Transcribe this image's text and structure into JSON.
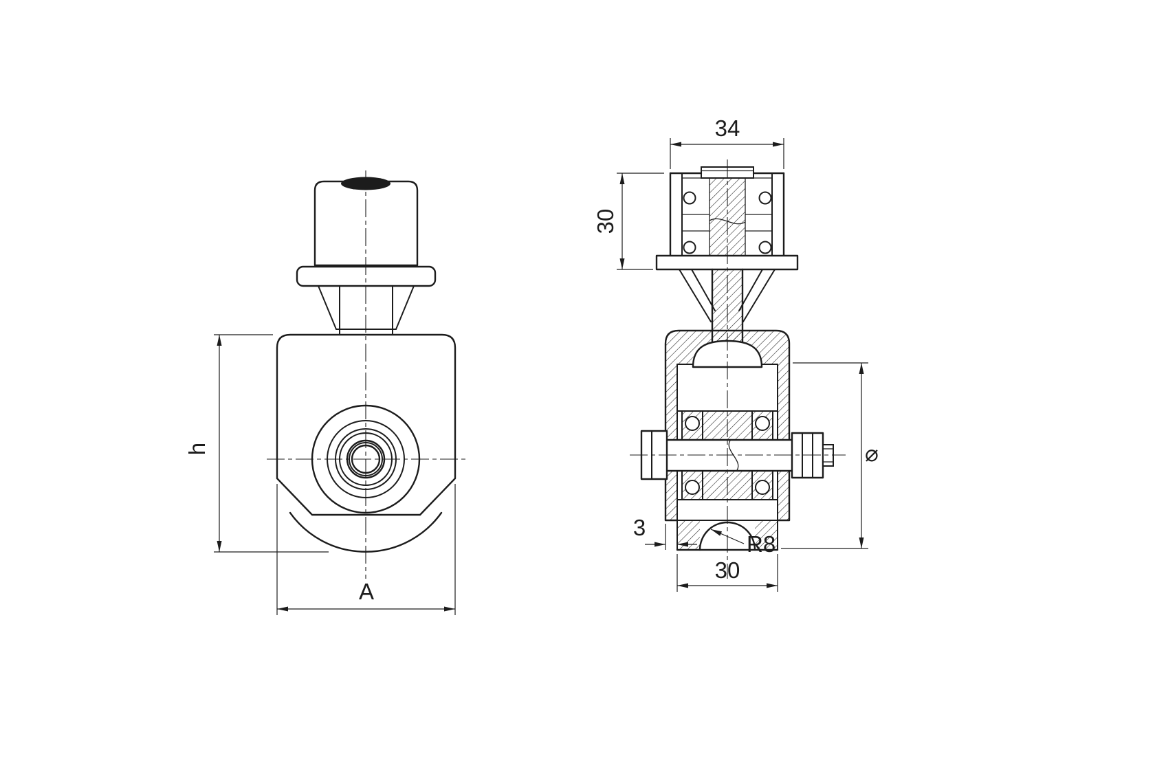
{
  "colors": {
    "line": "#1c1c1c",
    "background": "#ffffff"
  },
  "front_view": {
    "height_label": "h",
    "width_label": "A"
  },
  "side_view": {
    "top_width_label": "34",
    "bracket_height_label": "30",
    "wall_thickness_label": "3",
    "groove_radius_label": "R8",
    "wheel_width_label": "30",
    "diameter_label": "⌀"
  }
}
